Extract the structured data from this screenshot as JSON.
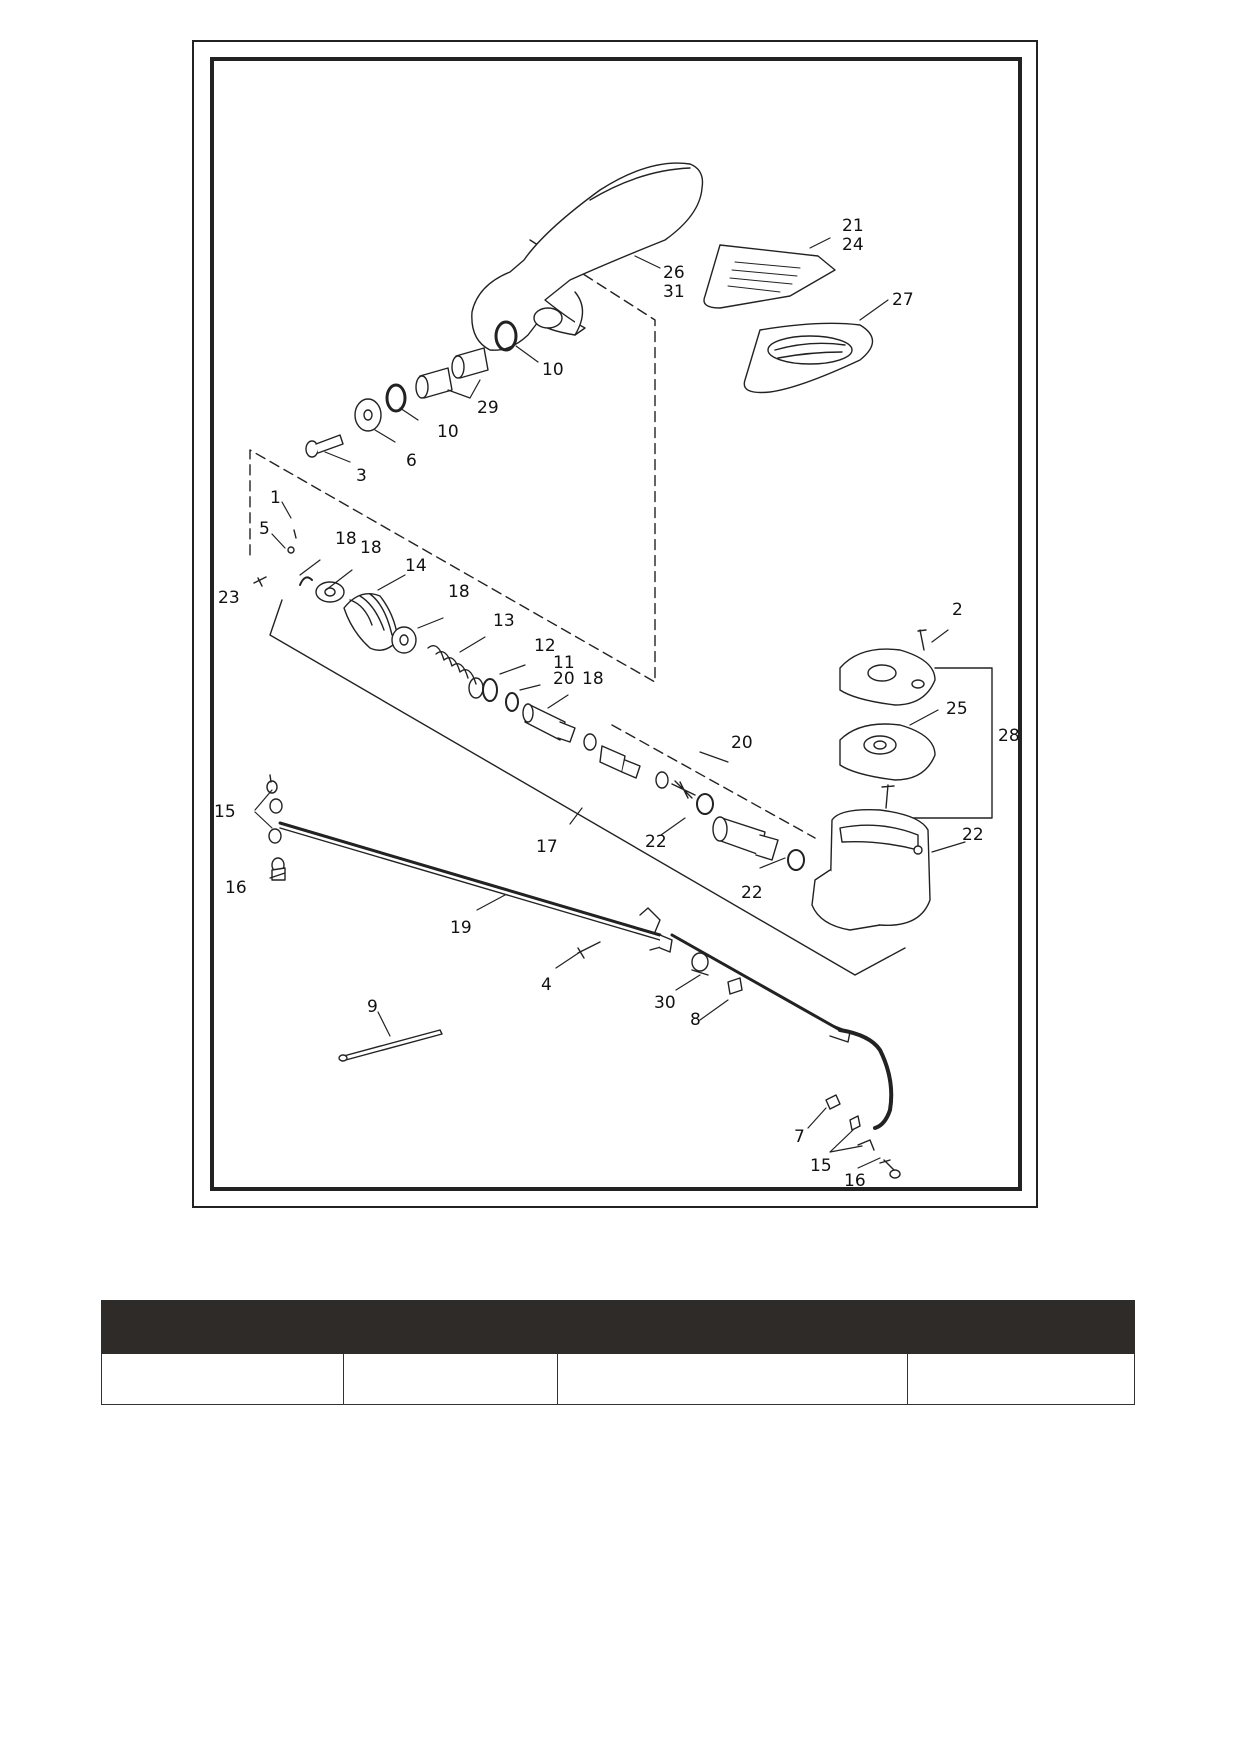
{
  "callouts": [
    {
      "id": "c26",
      "text": "26"
    },
    {
      "id": "c31",
      "text": "31"
    },
    {
      "id": "c21",
      "text": "21"
    },
    {
      "id": "c24",
      "text": "24"
    },
    {
      "id": "c27",
      "text": "27"
    },
    {
      "id": "c10a",
      "text": "10"
    },
    {
      "id": "c29",
      "text": "29"
    },
    {
      "id": "c10b",
      "text": "10"
    },
    {
      "id": "c6",
      "text": "6"
    },
    {
      "id": "c3",
      "text": "3"
    },
    {
      "id": "c1",
      "text": "1"
    },
    {
      "id": "c5",
      "text": "5"
    },
    {
      "id": "c18a",
      "text": "18"
    },
    {
      "id": "c18b",
      "text": "18"
    },
    {
      "id": "c14",
      "text": "14"
    },
    {
      "id": "c23",
      "text": "23"
    },
    {
      "id": "c18c",
      "text": "18"
    },
    {
      "id": "c13",
      "text": "13"
    },
    {
      "id": "c12",
      "text": "12"
    },
    {
      "id": "c11",
      "text": "11"
    },
    {
      "id": "c20a",
      "text": "20"
    },
    {
      "id": "c18d",
      "text": "18"
    },
    {
      "id": "c2",
      "text": "2"
    },
    {
      "id": "c25",
      "text": "25"
    },
    {
      "id": "c28",
      "text": "28"
    },
    {
      "id": "c20b",
      "text": "20"
    },
    {
      "id": "c15a",
      "text": "15"
    },
    {
      "id": "c22a",
      "text": "22"
    },
    {
      "id": "c17",
      "text": "17"
    },
    {
      "id": "c22b",
      "text": "22"
    },
    {
      "id": "c22c",
      "text": "22"
    },
    {
      "id": "c16a",
      "text": "16"
    },
    {
      "id": "c19",
      "text": "19"
    },
    {
      "id": "c4",
      "text": "4"
    },
    {
      "id": "c30",
      "text": "30"
    },
    {
      "id": "c8",
      "text": "8"
    },
    {
      "id": "c9",
      "text": "9"
    },
    {
      "id": "c7",
      "text": "7"
    },
    {
      "id": "c15b",
      "text": "15"
    },
    {
      "id": "c16b",
      "text": "16"
    }
  ],
  "table": {
    "headers": [
      "",
      "",
      "",
      ""
    ],
    "rows": [
      [
        "",
        "",
        "",
        ""
      ]
    ]
  }
}
